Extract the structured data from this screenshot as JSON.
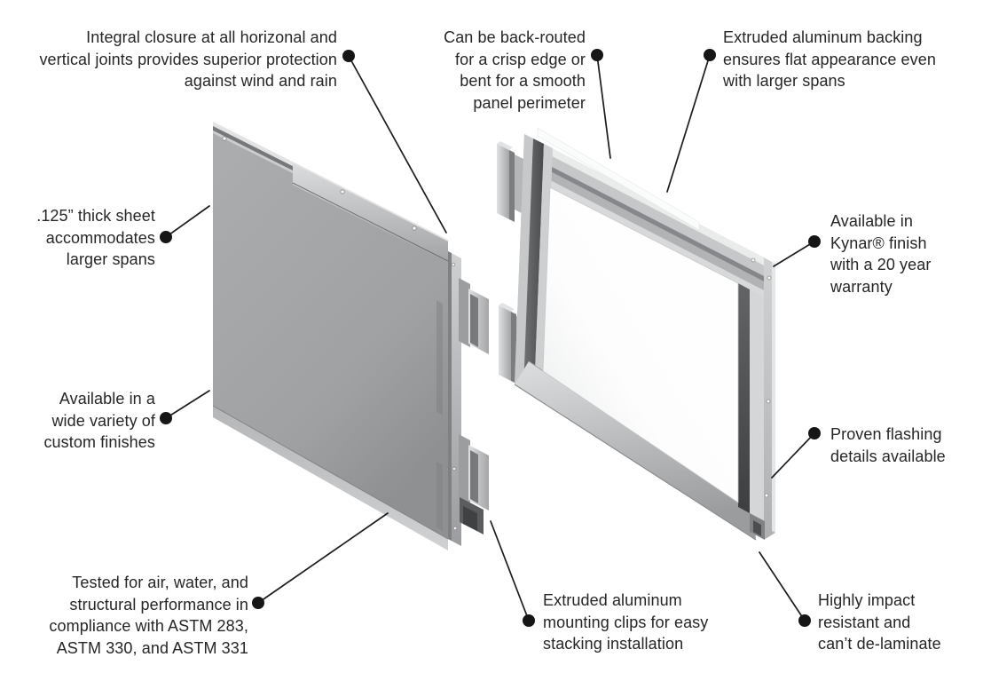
{
  "title": "Aluminum wall panel system — exploded feature diagram",
  "colors": {
    "background": "#ffffff",
    "text": "#272525",
    "leader_line": "#1c1c1c",
    "callout_dot": "#161616",
    "panel_gray": "#a4a4a6",
    "frame_gray": "#c6c8ca",
    "infill_white": "#fdfdfd"
  },
  "labels": {
    "integral_closure": {
      "text": "Integral closure at all horizonal and\nvertical joints provides superior protection\nagainst wind and rain"
    },
    "back_routed": {
      "text": "Can be back-routed\nfor a crisp edge or\nbent for a smooth\npanel perimeter"
    },
    "extruded_backing": {
      "text": "Extruded aluminum backing\nensures flat appearance even\nwith larger spans"
    },
    "thick_sheet": {
      "text": ".125” thick sheet\naccommodates\nlarger spans"
    },
    "custom_finishes": {
      "text": "Available in a\nwide variety of\ncustom finishes"
    },
    "kynar_finish": {
      "text": "Available in\nKynar® finish\nwith a 20 year\nwarranty"
    },
    "proven_flashing": {
      "text": "Proven flashing\ndetails available"
    },
    "tested_astm": {
      "text": "Tested for air, water, and\nstructural performance in\ncompliance with ASTM 283,\nASTM 330, and ASTM 331"
    },
    "mounting_clips": {
      "text": "Extruded aluminum\nmounting clips for easy\nstacking installation"
    },
    "impact_resistant": {
      "text": "Highly impact\nresistant and\ncan’t de-laminate"
    }
  }
}
